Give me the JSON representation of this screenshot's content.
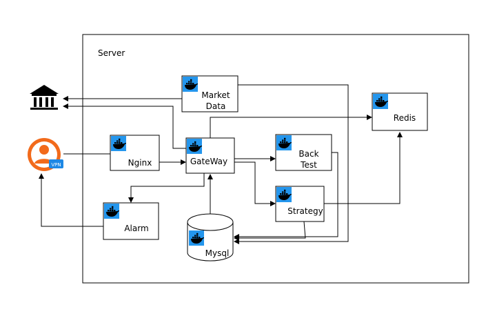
{
  "server": {
    "label": "Server"
  },
  "nodes": {
    "market_data": {
      "line1": "Market",
      "line2": "Data"
    },
    "redis": {
      "label": "Redis"
    },
    "nginx": {
      "label": "Nginx"
    },
    "gateway": {
      "label": "GateWay"
    },
    "back_test": {
      "line1": "Back",
      "line2": "Test"
    },
    "strategy": {
      "label": "Strategy"
    },
    "alarm": {
      "label": "Alarm"
    },
    "mysql": {
      "label": "Mysql"
    }
  },
  "external": {
    "exchange_icon": "bank-icon",
    "user_icon": "user-icon",
    "vpn_badge": "VPN"
  },
  "colors": {
    "docker_blue": "#2496ED",
    "user_orange": "#F26A1B",
    "vpn_blue": "#1E88E5"
  }
}
